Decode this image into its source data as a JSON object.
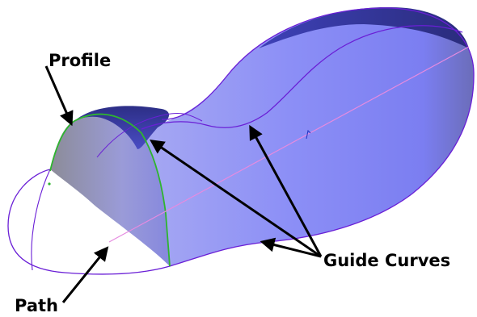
{
  "labels": {
    "profile": "Profile",
    "path": "Path",
    "guide_curves": "Guide Curves"
  },
  "colors": {
    "surface_light": "#8d8ff7",
    "surface_mid": "#6f72ee",
    "surface_dark": "#3c3fb3",
    "surface_shadow": "#2a2c82",
    "outline": "#6a1fd6",
    "profile_curve": "#2fb52f",
    "path_curve": "#e58be0",
    "arrow": "#000000",
    "background": "#ffffff"
  }
}
